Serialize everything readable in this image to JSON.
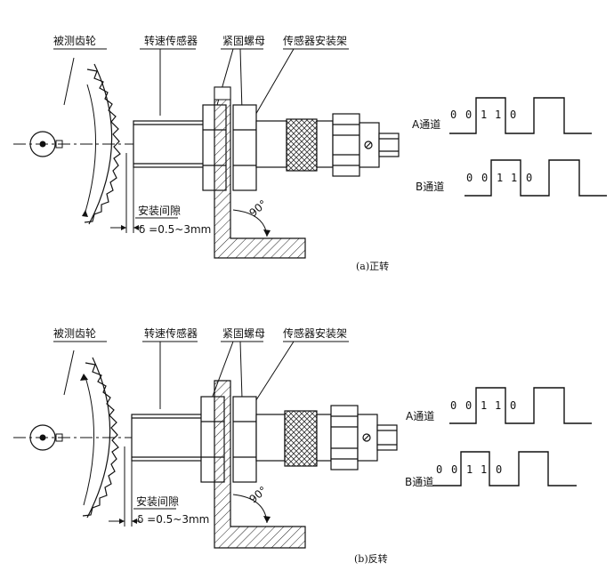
{
  "panels": [
    {
      "labels": {
        "gear": "被测齿轮",
        "sensor": "转速传感器",
        "nut": "紧固螺母",
        "bracket": "传感器安装架",
        "gap": "安装间隙",
        "gap_value": "δ =0.5~3mm",
        "angle": "90°"
      },
      "caption": "(a)正转",
      "channels": [
        {
          "name": "A通道",
          "bits": [
            "0",
            "0",
            "1",
            "1",
            "0"
          ]
        },
        {
          "name": "B通道",
          "bits": [
            "0",
            "0",
            "1",
            "1",
            "0"
          ]
        }
      ]
    },
    {
      "labels": {
        "gear": "被测齿轮",
        "sensor": "转速传感器",
        "nut": "紧固螺母",
        "bracket": "传感器安装架",
        "gap": "安装间隙",
        "gap_value": "δ =0.5~3mm",
        "angle": "90°"
      },
      "caption": "(b)反转",
      "channels": [
        {
          "name": "A通道",
          "bits": [
            "0",
            "0",
            "1",
            "1",
            "0"
          ]
        },
        {
          "name": "B通道",
          "bits": [
            "0",
            "0",
            "1",
            "1",
            "0"
          ]
        }
      ]
    }
  ]
}
